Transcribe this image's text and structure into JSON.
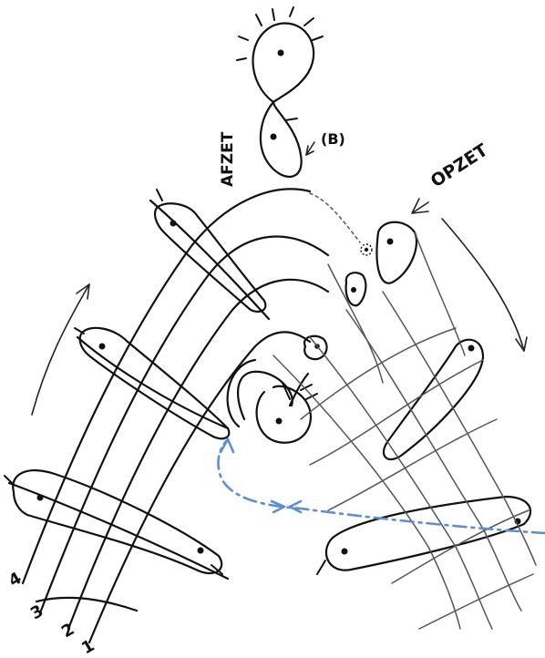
{
  "labels": {
    "afzet": "AFZET",
    "opzet": "OPZET",
    "b_marker": "(B)",
    "arrow_text": "←",
    "pair_numbers": [
      "4",
      "3",
      "2",
      "1"
    ]
  },
  "colors": {
    "ink": "#111111",
    "blue_arrow": "#5b8fd4"
  }
}
